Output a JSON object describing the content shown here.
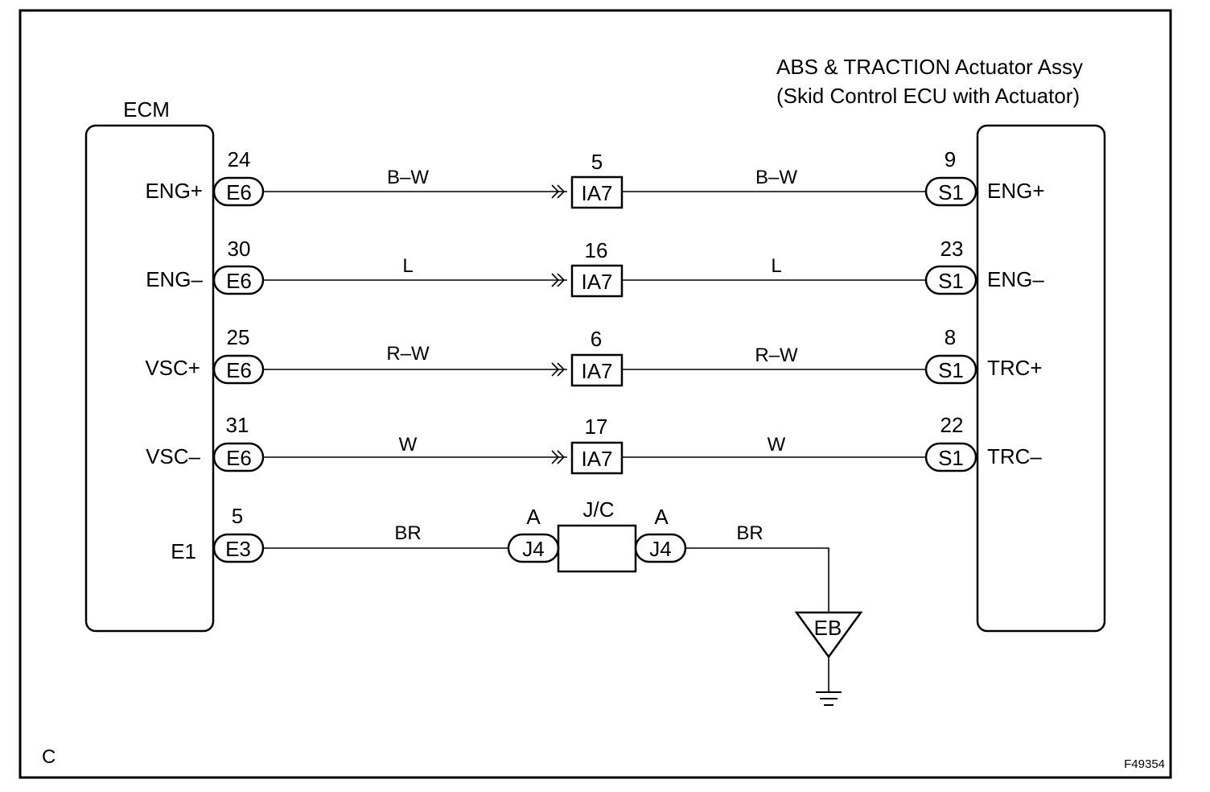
{
  "ecm_title": "ECM",
  "actuator_title": [
    "ABS & TRACTION Actuator Assy",
    "(Skid Control ECU with Actuator)"
  ],
  "left_connector": [
    "E6",
    "E6",
    "E6",
    "E6",
    "E3"
  ],
  "left_pins": [
    "24",
    "30",
    "25",
    "31",
    "5"
  ],
  "left_signals": [
    "ENG+",
    "ENG–",
    "VSC+",
    "VSC–",
    "E1"
  ],
  "left_wire_colors": [
    "B–W",
    "L",
    "R–W",
    "W",
    "BR"
  ],
  "mid_connector": [
    "IA7",
    "IA7",
    "IA7",
    "IA7"
  ],
  "mid_pins": [
    "5",
    "16",
    "6",
    "17"
  ],
  "right_wire_colors": [
    "B–W",
    "L",
    "R–W",
    "W",
    "BR"
  ],
  "right_connector": [
    "S1",
    "S1",
    "S1",
    "S1"
  ],
  "right_pins": [
    "9",
    "23",
    "8",
    "22"
  ],
  "right_signals": [
    "ENG+",
    "ENG–",
    "TRC+",
    "TRC–"
  ],
  "junction": {
    "label": "J/C",
    "connector": "J4",
    "pin_left": "A",
    "pin_right": "A"
  },
  "ground": {
    "label": "EB"
  },
  "corner_label": "C",
  "figure_id": "F49354"
}
